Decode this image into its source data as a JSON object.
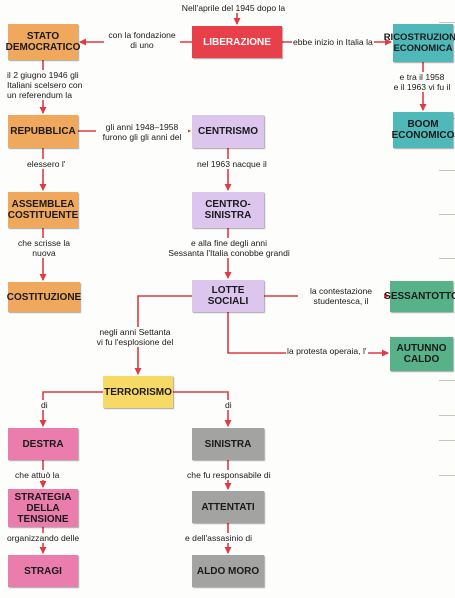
{
  "colors": {
    "arrow": "#e03a44",
    "orange": "#f0a85c",
    "red": "#e8404a",
    "teal": "#4fb9b9",
    "lilac": "#dcc6ee",
    "green": "#57b28a",
    "yellow": "#f7d966",
    "pink": "#ea7dac",
    "gray": "#a3a4a2"
  },
  "nodes": {
    "liberazione": "LIBERAZIONE",
    "stato_democratico": "STATO\nDEMOCRATICO",
    "ricostruzione": "RICOSTRUZIONE\nECONOMICA",
    "boom": "BOOM\nECONOMICO",
    "repubblica": "REPUBBLICA",
    "centrismo": "CENTRISMO",
    "assemblea": "ASSEMBLEA\nCOSTITUENTE",
    "centrosinistra": "CENTRO-\nSINISTRA",
    "costituzione": "COSTITUZIONE",
    "lotte_sociali": "LOTTE SOCIALI",
    "sessantotto": "SESSANTOTTO",
    "autunno_caldo": "AUTUNNO\nCALDO",
    "terrorismo": "TERRORISMO",
    "destra": "DESTRA",
    "sinistra": "SINISTRA",
    "strategia": "STRATEGIA\nDELLA\nTENSIONE",
    "attentati": "ATTENTATI",
    "stragi": "STRAGI",
    "aldo_moro": "ALDO MORO"
  },
  "labels": {
    "top": "Nell'aprile del 1945 dopo la",
    "fondazione": "con la fondazione\ndi uno",
    "inizio": "ebbe inizio in Italia la",
    "referendum": "il 2 giugno 1946 gli\nItaliani scelsero con\nun referendum la",
    "tra1958": "e tra il 1958\ne il 1963 vi fu il",
    "anni1948": "gli anni 1948–1958\nfurono gli gli anni del",
    "elessero": "elessero l'",
    "nel1963": "nel 1963 nacque il",
    "scrisse": "che scrisse la\nnuova",
    "fine_anni": "e alla fine degli anni\nSessanta l'Italia conobbe grandi",
    "contestazione": "la contestazione\nstudentesca, il",
    "settanta": "negli anni Settanta\nvi fu l'esplosione del",
    "protesta": "la protesta operaia, l'",
    "di_left": "di",
    "di_right": "di",
    "attuo": "che attuò la",
    "responsabile": "che fu responsabile di",
    "organizzando": "organizzando delle",
    "assassinio": "e dell'assasinio di"
  }
}
